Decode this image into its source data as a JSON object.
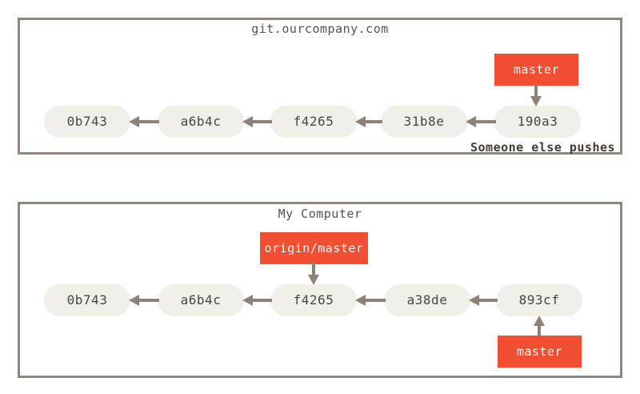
{
  "colors": {
    "page_bg": "#ffffff",
    "box_border": "#8e877c",
    "arrow": "#8d8276",
    "title_text": "#57514b",
    "annotation_text": "#413b34",
    "ref_label_bg": "#f14e32",
    "ref_label_text": "#ffffff",
    "commit_bg": "#f1efe9",
    "commit_text": "#4a4540"
  },
  "icons": {
    "arrow_left": "solid triangle pointing left (CSS border shape)",
    "arrow_down": "solid triangle pointing down (CSS border shape)",
    "arrow_up": "solid triangle pointing up (CSS border shape)"
  },
  "server_box": {
    "title": "git.ourcompany.com",
    "branch_label": "master",
    "commits": [
      "0b743",
      "a6b4c",
      "f4265",
      "31b8e",
      "190a3"
    ],
    "annotation": "Someone else pushes"
  },
  "local_box": {
    "title": "My Computer",
    "remote_tracking_label": "origin/master",
    "branch_label": "master",
    "commits": [
      "0b743",
      "a6b4c",
      "f4265",
      "a38de",
      "893cf"
    ]
  }
}
